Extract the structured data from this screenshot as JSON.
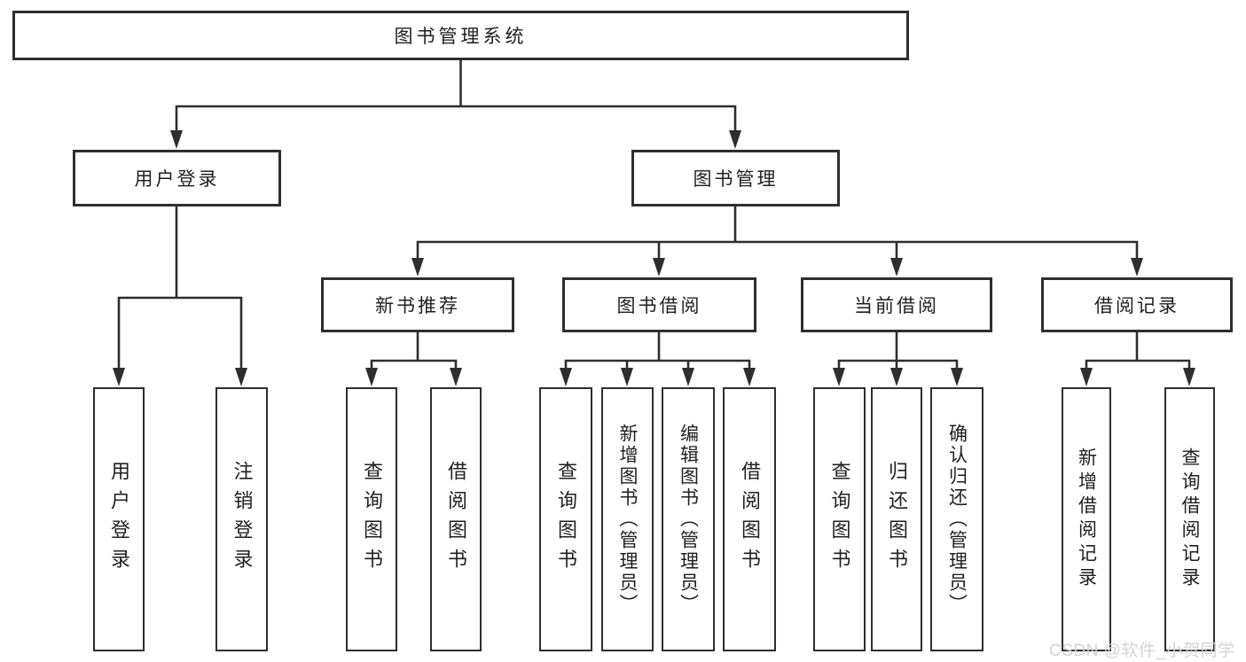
{
  "diagram_title": "图书管理系统",
  "tree": {
    "label": "图书管理系统",
    "children": [
      {
        "label": "用户登录",
        "children": [
          {
            "label": "用户登录"
          },
          {
            "label": "注销登录"
          }
        ]
      },
      {
        "label": "图书管理",
        "children": [
          {
            "label": "新书推荐",
            "children": [
              {
                "label": "查询图书"
              },
              {
                "label": "借阅图书"
              }
            ]
          },
          {
            "label": "图书借阅",
            "children": [
              {
                "label": "查询图书"
              },
              {
                "label": "新增图书（管理员）"
              },
              {
                "label": "编辑图书（管理员）"
              },
              {
                "label": "借阅图书"
              }
            ]
          },
          {
            "label": "当前借阅",
            "children": [
              {
                "label": "查询图书"
              },
              {
                "label": "归还图书"
              },
              {
                "label": "确认归还（管理员）"
              }
            ]
          },
          {
            "label": "借阅记录",
            "children": [
              {
                "label": "新增借阅记录"
              },
              {
                "label": "查询借阅记录"
              }
            ]
          }
        ]
      }
    ]
  },
  "watermark": {
    "text": "CSDN @软件_小贺同学"
  },
  "colors": {
    "background": "#ffffff",
    "line": "#2e2e2e",
    "box_border": "#2e2e2e",
    "text": "#1f1f1f",
    "watermark": "#d4d4d4"
  }
}
